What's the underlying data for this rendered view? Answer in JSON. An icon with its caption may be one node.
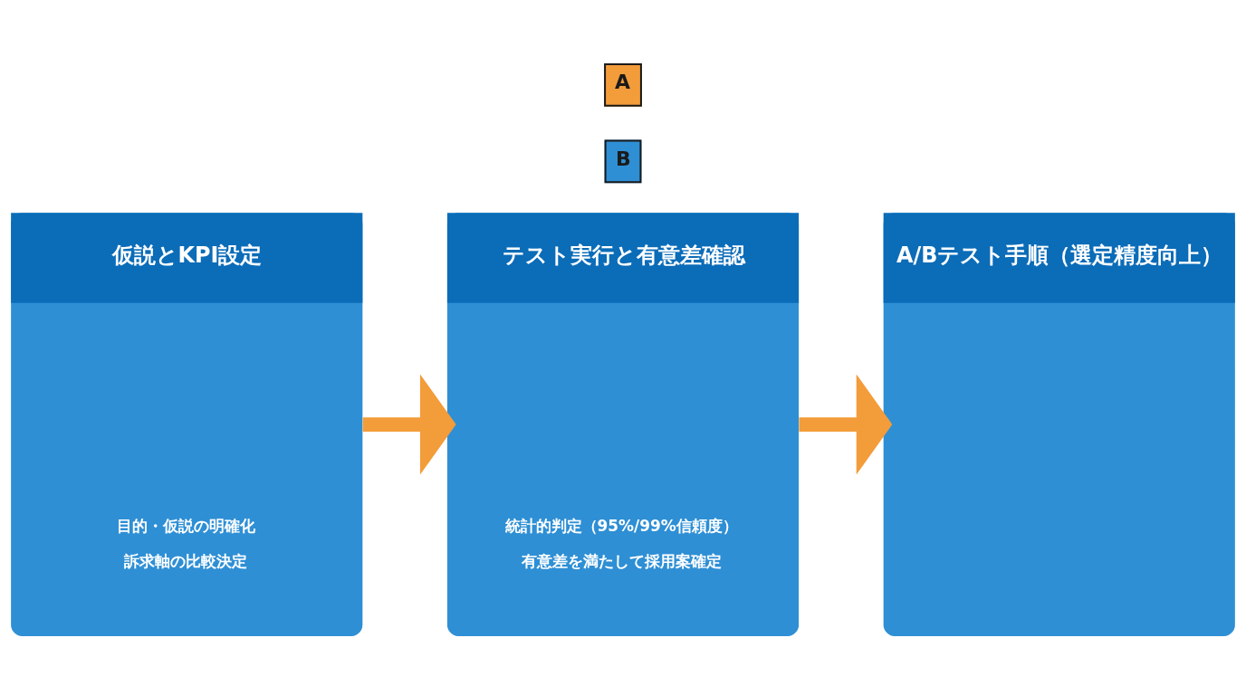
{
  "diagram": {
    "nodes": [
      {
        "text": [
          "仮説とKPI設定",
          "目的・仮説の明確化",
          "訴求軸の比較決定"
        ]
      },
      {
        "text": [
          "テスト実行と有意差確認",
          "統計的判定（95%/99%信頼度）",
          "有意差を満たして採用案確定"
        ]
      },
      {
        "text": [
          "A/Bテスト手順（選定精度向上）"
        ]
      }
    ],
    "edges": [
      {
        "from": 0,
        "to": 1,
        "arrow": "to"
      },
      {
        "from": 1,
        "to": 2,
        "arrow": "to"
      }
    ],
    "labels": [
      "A",
      "B"
    ]
  }
}
